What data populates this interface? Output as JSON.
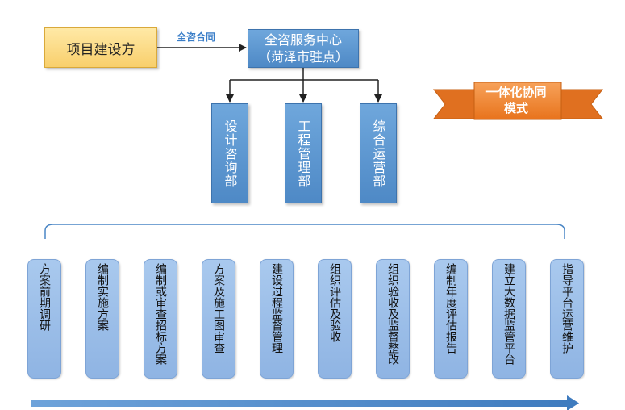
{
  "client": {
    "label": "项目建设方"
  },
  "contract": {
    "label": "全咨合同"
  },
  "center": {
    "line1": "全咨服务中心",
    "line2": "（菏泽市驻点）"
  },
  "departments": [
    {
      "label": "设计咨询部"
    },
    {
      "label": "工程管理部"
    },
    {
      "label": "综合运营部"
    }
  ],
  "banner": {
    "line1": "一体化协同",
    "line2": "模式"
  },
  "phases": [
    {
      "label": "方案前期调研"
    },
    {
      "label": "编制实施方案"
    },
    {
      "label": "编制或审查招标方案"
    },
    {
      "label": "方案及施工图审查"
    },
    {
      "label": "建设过程监督管理"
    },
    {
      "label": "组织评估及验收"
    },
    {
      "label": "组织验收及监督整改"
    },
    {
      "label": "编制年度评估报告"
    },
    {
      "label": "建立大数据监管平台"
    },
    {
      "label": "指导平台运营维护"
    }
  ],
  "colors": {
    "client_fill": "#f8cf6c",
    "box_blue": "#4e89c6",
    "phase_blue": "#a9c9ee",
    "banner_orange": "#f07f2a",
    "timeline_blue": "#4a86c5"
  }
}
